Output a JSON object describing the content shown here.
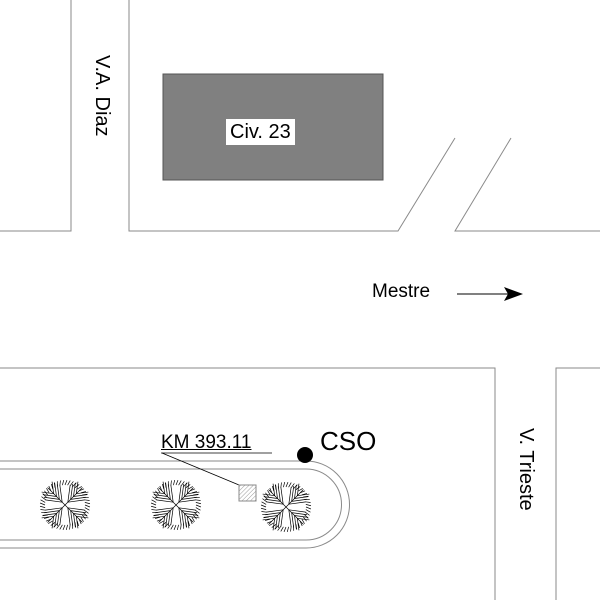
{
  "map": {
    "streets": {
      "va_diaz": "V.A. Diaz",
      "v_trieste": "V. Trieste"
    },
    "building_label": "Civ. 23",
    "direction": {
      "label": "Mestre",
      "arrow": "right-arrow"
    },
    "km_marker": "KM 393.11",
    "point_label": "CSO",
    "trees_count": 3,
    "colors": {
      "building_fill": "#808080",
      "line": "#8a8a8a",
      "ink": "#000000",
      "background": "#ffffff"
    }
  }
}
